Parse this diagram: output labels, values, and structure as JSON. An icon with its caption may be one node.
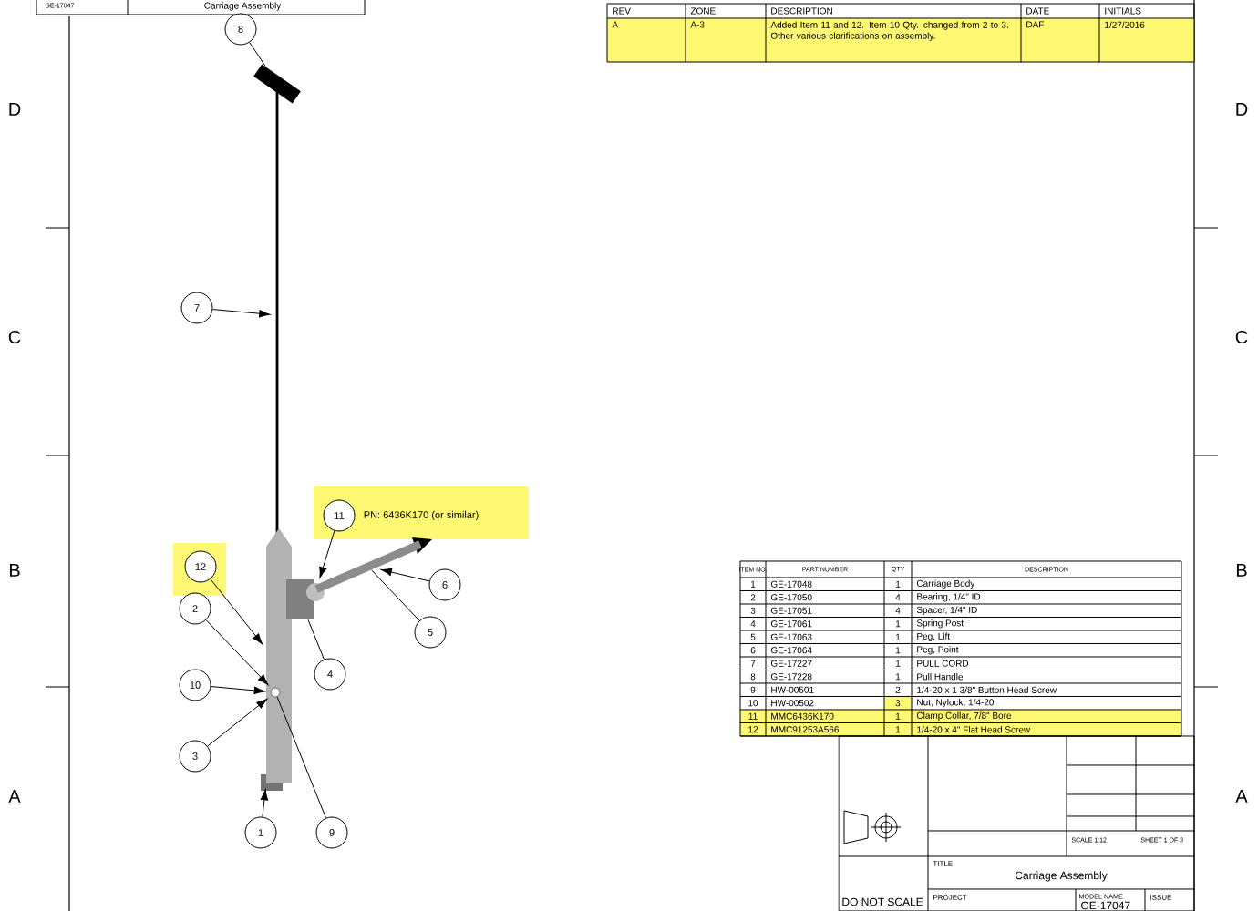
{
  "diagram": {
    "nodes": [
      {
        "text": [
          "8"
        ]
      },
      {
        "text": [
          "7"
        ]
      },
      {
        "text": [
          "11"
        ]
      },
      {
        "text": [
          "12"
        ]
      },
      {
        "text": [
          "6"
        ]
      },
      {
        "text": [
          "2"
        ]
      },
      {
        "text": [
          "5"
        ]
      },
      {
        "text": [
          "4"
        ]
      },
      {
        "text": [
          "10"
        ]
      },
      {
        "text": [
          "3"
        ]
      },
      {
        "text": [
          "1"
        ]
      },
      {
        "text": [
          "9"
        ]
      },
      {
        "text": [],
        "shape": "picture"
      },
      {
        "text": [],
        "shape": "bar"
      },
      {
        "text": [],
        "shape": "picture"
      },
      {
        "text": [],
        "shape": "box"
      },
      {
        "text": [],
        "shape": "circle"
      },
      {
        "text": [],
        "shape": "picture"
      },
      {
        "text": [],
        "shape": "circle",
        "in": 14
      }
    ],
    "edges": [
      {
        "from": 0,
        "to": 12,
        "arrow": "none"
      },
      {
        "from": 1,
        "to": 13,
        "arrow": "to"
      },
      {
        "from": 2,
        "to": 16,
        "arrow": "to"
      },
      {
        "from": 3,
        "to": 14,
        "arrow": "to"
      },
      {
        "from": 4,
        "to": 17,
        "arrow": "to"
      },
      {
        "from": 5,
        "to": 18,
        "arrow": "to"
      },
      {
        "from": 6,
        "to": 17,
        "arrow": "none"
      },
      {
        "from": 7,
        "to": 15,
        "arrow": "none"
      },
      {
        "from": 8,
        "to": 18,
        "arrow": "to"
      },
      {
        "from": 9,
        "to": 18,
        "arrow": "to"
      },
      {
        "from": 10,
        "to": 14,
        "arrow": "to"
      },
      {
        "from": 11,
        "to": 18,
        "arrow": "none"
      }
    ],
    "labels": [
      "GE-17047",
      "Carriage Assembly",
      "REV",
      "ZONE",
      "DESCRIPTION",
      "DATE",
      "INITIALS",
      "A",
      "A-3",
      "Added Item 11 and 12. Item 10 Qty. changed from 2 to 3. Other various clarifications on assembly.",
      "DAF",
      "1/27/2016",
      "D",
      "D",
      "C",
      "C",
      "PN: 6436K170 (or similar)",
      "B",
      "B",
      "ITEM NO.",
      "PART NUMBER",
      "QTY",
      "DESCRIPTION",
      "1",
      "GE-17048",
      "1",
      "Carriage Body",
      "2",
      "GE-17050",
      "4",
      "Bearing, 1/4\" ID",
      "3",
      "GE-17051",
      "4",
      "Spacer, 1/4\" ID",
      "4",
      "GE-17061",
      "1",
      "Spring Post",
      "5",
      "GE-17063",
      "1",
      "Peg, Lift",
      "6",
      "GE-17064",
      "1",
      "Peg, Point",
      "7",
      "GE-17227",
      "1",
      "PULL CORD",
      "8",
      "GE-17228",
      "1",
      "Pull Handle",
      "9",
      "HW-00501",
      "2",
      "1/4-20 x 1 3/8\" Button Head Screw",
      "10",
      "HW-00502",
      "3",
      "Nut, Nylock, 1/4-20",
      "11",
      "MMC6436K170",
      "1",
      "Clamp Collar, 7/8\" Bore",
      "12",
      "MMC91253A566",
      "1",
      "1/4-20 x 4\" Flat Head Screw",
      "A",
      "A",
      "SCALE 1:12",
      "SHEET 1 OF 3",
      "TITLE",
      "Carriage Assembly",
      "DO NOT SCALE",
      "PROJECT",
      "MODEL NAME",
      "GE-17047",
      "ISSUE"
    ]
  }
}
